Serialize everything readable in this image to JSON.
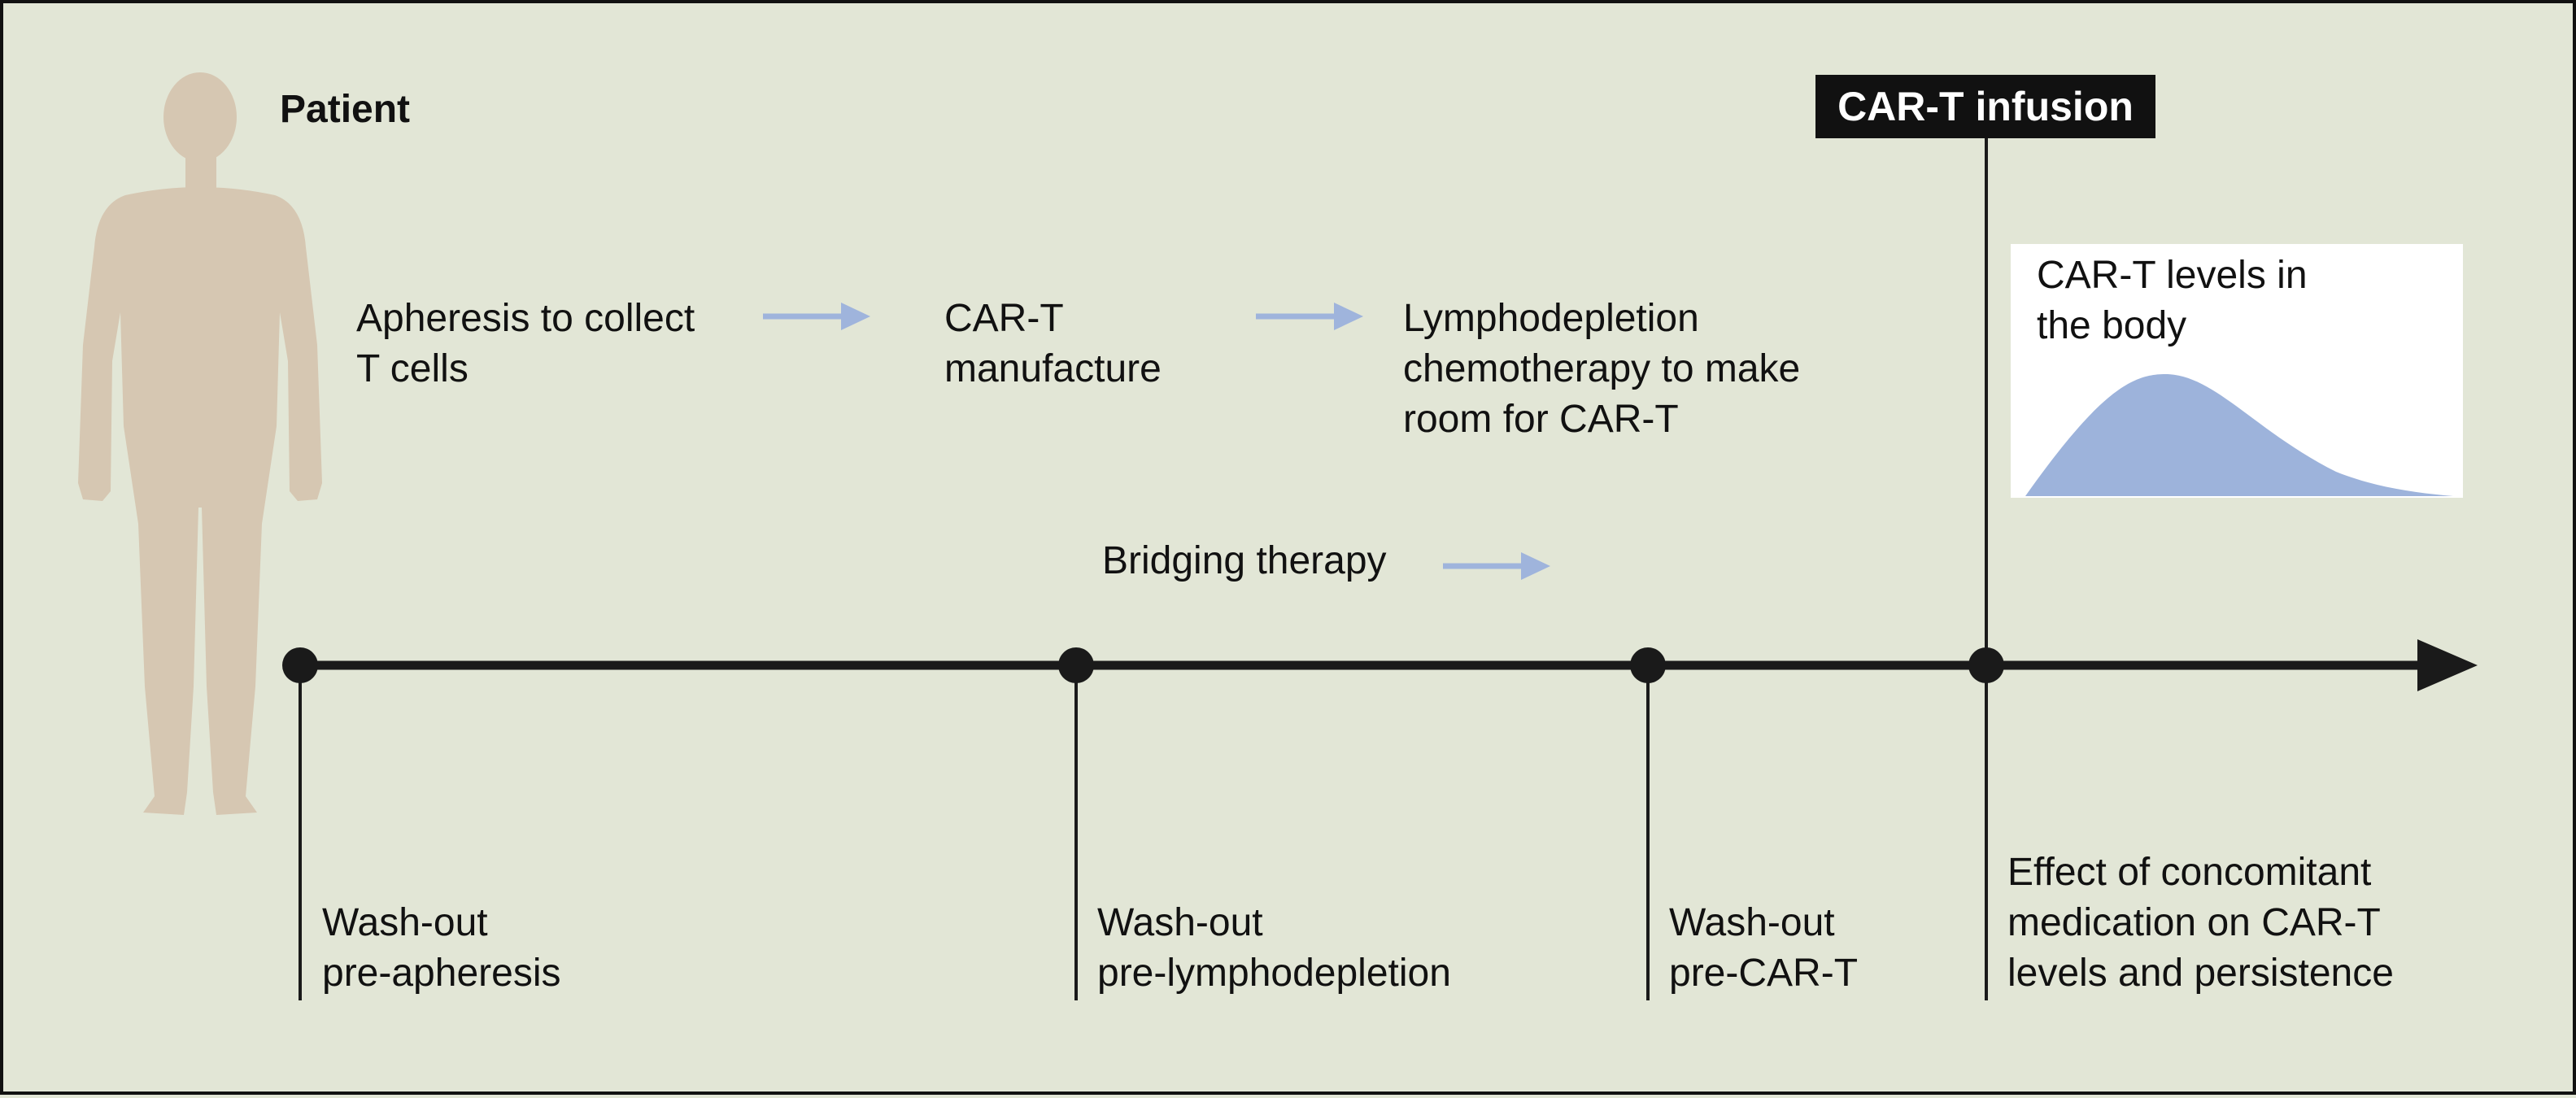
{
  "patient": {
    "label": "Patient",
    "icon": "person-silhouette-icon"
  },
  "infusion": {
    "label": "CAR-T infusion"
  },
  "steps": [
    {
      "text": "Apheresis to collect\nT cells"
    },
    {
      "text": "CAR-T\nmanufacture"
    },
    {
      "text": "Lymphodepletion\nchemotherapy to make\nroom for CAR-T"
    },
    {
      "text": "Bridging therapy"
    }
  ],
  "washouts": [
    {
      "text": "Wash-out\npre-apheresis"
    },
    {
      "text": "Wash-out\npre-lymphodepletion"
    },
    {
      "text": "Wash-out\npre-CAR-T"
    }
  ],
  "effect": {
    "text": "Effect of concomitant\nmedication on CAR-T\nlevels and persistence"
  },
  "levels_plot": {
    "title": "CAR-T levels in\nthe body"
  },
  "colors": {
    "background": "#e2e6d6",
    "figure": "#d6c7b2",
    "arrow": "#9fb4dc",
    "curve": "#9db3db",
    "line": "#1a1a1a"
  }
}
